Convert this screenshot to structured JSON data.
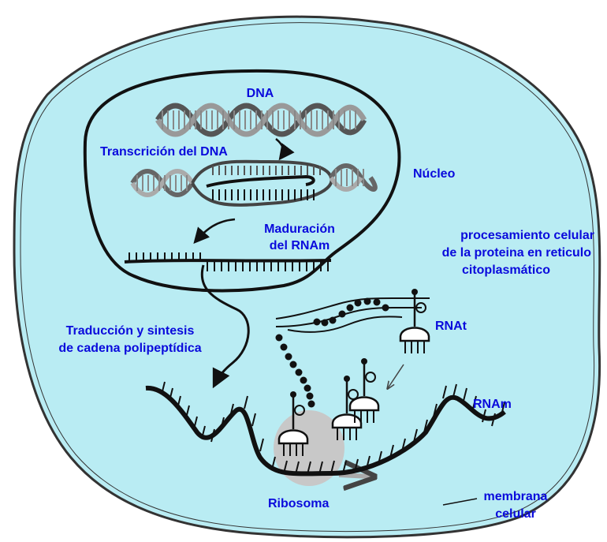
{
  "colors": {
    "cytoplasm": "#b9ecf3",
    "membrane": "#333333",
    "label": "#0a0adc",
    "ribosome": "#c8c8c8",
    "strand": "#111111"
  },
  "labels": {
    "dna": "DNA",
    "transcription": "Transcrición del DNA",
    "nucleus": "Núcleo",
    "maturation_line1": "Maduración",
    "maturation_line2": "del RNAm",
    "processing_line1": "procesamiento celular",
    "processing_line2": "de la proteina en reticulo",
    "processing_line3": "citoplasmático",
    "translation_line1": "Traducción y sintesis",
    "translation_line2": "de cadena polipeptídica",
    "trna": "RNAt",
    "mrna": "RNAm",
    "ribosome": "Ribosoma",
    "membrane_line1": "membrana",
    "membrane_line2": "celular"
  }
}
